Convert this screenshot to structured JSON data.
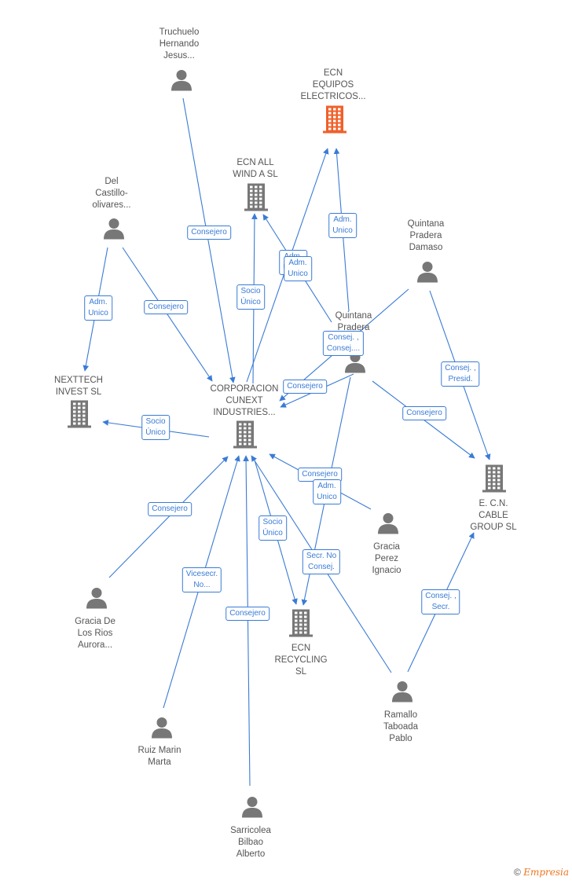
{
  "nodes": [
    {
      "id": "truchuelo",
      "type": "person",
      "label": "Truchuelo\nHernando\nJesus..."
    },
    {
      "id": "ecn_equipos",
      "type": "company-main",
      "label": "ECN\nEQUIPOS\nELECTRICOS..."
    },
    {
      "id": "ecn_all_wind",
      "type": "company",
      "label": "ECN ALL\nWIND A  SL"
    },
    {
      "id": "del_castillo",
      "type": "person",
      "label": "Del\nCastillo-\nolivares..."
    },
    {
      "id": "quintana_damaso",
      "type": "person",
      "label": "Quintana\nPradera\nDamaso"
    },
    {
      "id": "quintana_pradera",
      "type": "person",
      "label": "Quintana\nPradera"
    },
    {
      "id": "nexttech",
      "type": "company",
      "label": "NEXTTECH\nINVEST  SL"
    },
    {
      "id": "corporacion",
      "type": "company",
      "label": "CORPORACION\nCUNEXT\nINDUSTRIES..."
    },
    {
      "id": "ecn_cable",
      "type": "company",
      "label": "E. C.N.\nCABLE\nGROUP SL"
    },
    {
      "id": "gracia_perez",
      "type": "person",
      "label": "Gracia\nPerez\nIgnacio"
    },
    {
      "id": "gracia_rios",
      "type": "person",
      "label": "Gracia De\nLos Rios\nAurora..."
    },
    {
      "id": "ecn_recycling",
      "type": "company",
      "label": "ECN\nRECYCLING\nSL"
    },
    {
      "id": "ramallo",
      "type": "person",
      "label": "Ramallo\nTaboada\nPablo"
    },
    {
      "id": "ruiz_marin",
      "type": "person",
      "label": "Ruiz Marin\nMarta"
    },
    {
      "id": "sarricolea",
      "type": "person",
      "label": "Sarricolea\nBilbao\nAlberto"
    }
  ],
  "edges": [
    {
      "from": "truchuelo",
      "to": "corporacion",
      "label": "Consejero"
    },
    {
      "from": "corporacion",
      "to": "ecn_equipos",
      "label": "Adm.\nUnico"
    },
    {
      "from": "quintana_pradera",
      "to": "ecn_equipos",
      "label": "Adm.\nUnico"
    },
    {
      "from": "corporacion",
      "to": "ecn_all_wind",
      "label": "Socio\nÚnico"
    },
    {
      "from": "quintana_pradera",
      "to": "ecn_all_wind",
      "label": "Adm.\nUnico"
    },
    {
      "from": "del_castillo",
      "to": "nexttech",
      "label": "Adm.\nUnico"
    },
    {
      "from": "del_castillo",
      "to": "corporacion",
      "label": "Consejero"
    },
    {
      "from": "quintana_damaso",
      "to": "corporacion",
      "label": "Consej. ,\nConsej...."
    },
    {
      "from": "quintana_pradera",
      "to": "corporacion",
      "label": "Consejero"
    },
    {
      "from": "quintana_damaso",
      "to": "ecn_cable",
      "label": "Consej. ,\nPresid."
    },
    {
      "from": "quintana_pradera",
      "to": "ecn_cable",
      "label": "Consejero"
    },
    {
      "from": "corporacion",
      "to": "nexttech",
      "label": "Socio\nÚnico"
    },
    {
      "from": "gracia_perez",
      "to": "corporacion",
      "label": "Consejero"
    },
    {
      "from": "quintana_pradera",
      "to": "ecn_recycling",
      "label": "Adm.\nUnico"
    },
    {
      "from": "gracia_rios",
      "to": "corporacion",
      "label": "Consejero"
    },
    {
      "from": "corporacion",
      "to": "ecn_recycling",
      "label": "Socio\nÚnico"
    },
    {
      "from": "ramallo",
      "to": "corporacion",
      "label": "Secr.  No\nConsej."
    },
    {
      "from": "ramallo",
      "to": "ecn_cable",
      "label": "Consej. ,\nSecr."
    },
    {
      "from": "ruiz_marin",
      "to": "corporacion",
      "label": "Vicesecr.\nNo..."
    },
    {
      "from": "sarricolea",
      "to": "corporacion",
      "label": "Consejero"
    }
  ],
  "colors": {
    "edge": "#3a7bd5",
    "icon": "#777777",
    "main_icon": "#f0602a",
    "label": "#555555"
  },
  "footer": {
    "copyright": "©",
    "brand": "Empresia"
  }
}
